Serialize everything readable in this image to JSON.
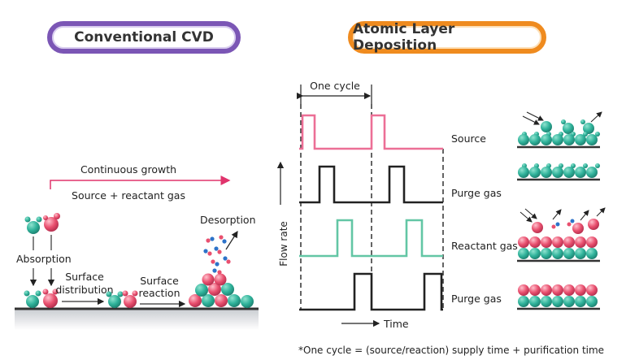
{
  "titles": {
    "cvd": "Conventional CVD",
    "ald": "Atomic Layer Deposition"
  },
  "cvd": {
    "growth_label": "Continuous growth",
    "gas_label": "Source + reactant gas",
    "absorption": "Absorption",
    "surface_distribution_1": "Surface",
    "surface_distribution_2": "distribution",
    "surface_reaction_1": "Surface",
    "surface_reaction_2": "reaction",
    "desorption": "Desorption"
  },
  "ald": {
    "one_cycle": "One cycle",
    "y_axis": "Flow rate",
    "x_axis": "Time",
    "rows": [
      "Source",
      "Purge gas",
      "Reactant gas",
      "Purge gas"
    ],
    "footnote": "*One cycle = (source/reaction) supply time + purification time"
  },
  "colors": {
    "cvd_border": "#7b56b5",
    "ald_border": "#ef8b1f",
    "source": "#ec6f96",
    "purge": "#222222",
    "reactant": "#63c6a5",
    "teal_atom": "#2fb29a",
    "pink_atom": "#e9506f",
    "arrow": "#e0336c"
  }
}
